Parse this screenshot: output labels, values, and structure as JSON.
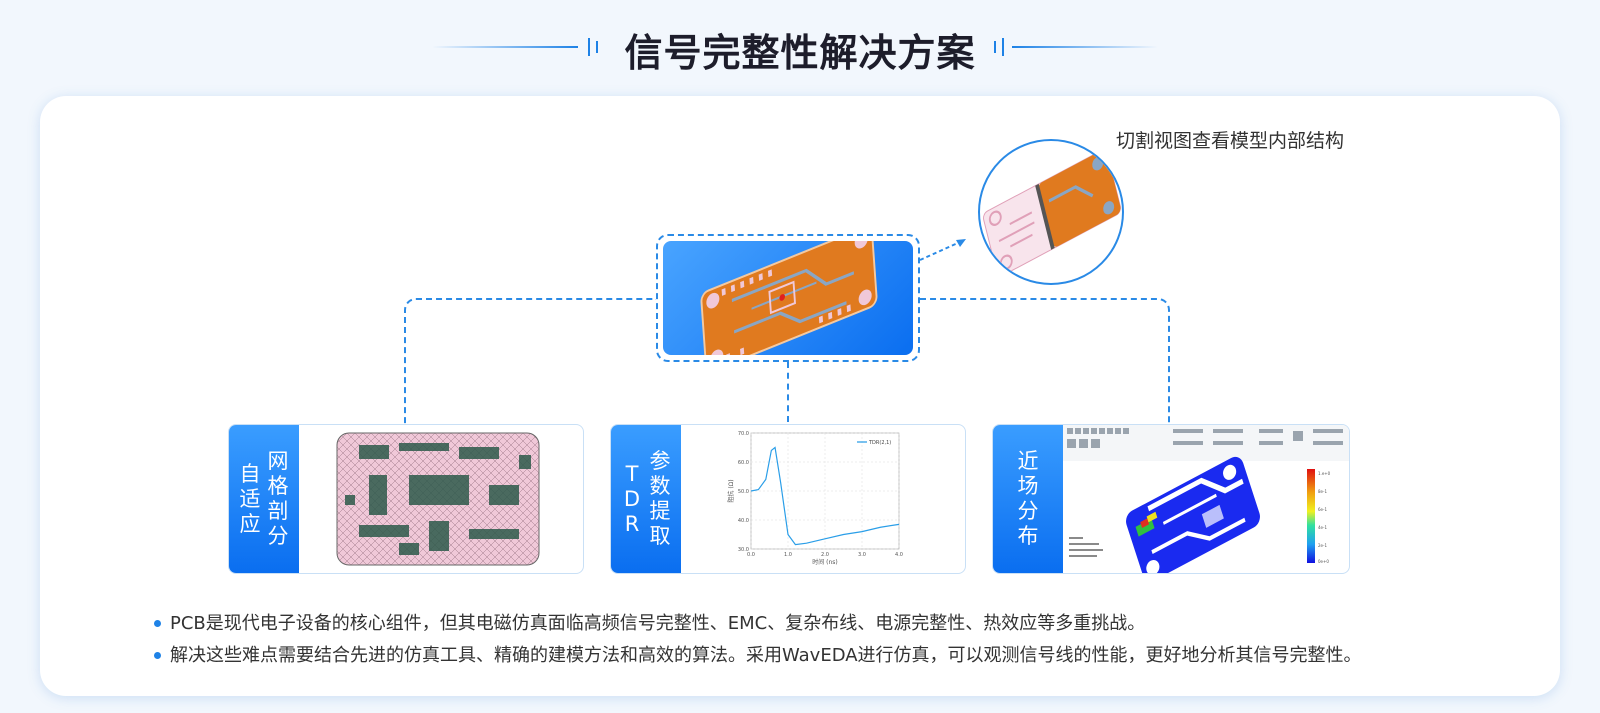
{
  "header": {
    "title": "信号完整性解决方案"
  },
  "callout": {
    "label": "切割视图查看模型内部结构"
  },
  "features": [
    {
      "id": "mesh",
      "label_cols": [
        "自适应",
        "网格剖分"
      ]
    },
    {
      "id": "tdr",
      "label_cols": [
        "TDR",
        "参数提取"
      ]
    },
    {
      "id": "nearfield",
      "label_cols": [
        "近场分布"
      ]
    }
  ],
  "bullets": [
    "PCB是现代电子设备的核心组件，但其电磁仿真面临高频信号完整性、EMC、复杂布线、电源完整性、热效应等多重挑战。",
    "解决这些难点需要结合先进的仿真工具、精确的建模方法和高效的算法。采用WavEDA进行仿真，可以观测信号线的性能，更好地分析其信号完整性。"
  ],
  "tdr_chart": {
    "chart_data": {
      "type": "line",
      "series": [
        {
          "name": "TDR(2,1)",
          "x": [
            0.0,
            0.2,
            0.4,
            0.55,
            0.65,
            0.8,
            1.0,
            1.2,
            1.5,
            2.0,
            2.5,
            3.0,
            3.5,
            4.0
          ],
          "y": [
            50.0,
            50.5,
            54.0,
            64.0,
            65.0,
            53.0,
            35.0,
            31.5,
            32.0,
            33.5,
            35.0,
            36.0,
            37.5,
            38.5
          ]
        }
      ],
      "xlim": [
        0.0,
        4.0
      ],
      "ylim": [
        30.0,
        70.0
      ],
      "xticks": [
        "0.0",
        "1.0",
        "2.0",
        "3.0",
        "4.0"
      ],
      "yticks": [
        "30.0",
        "40.0",
        "50.0",
        "60.0",
        "70.0"
      ],
      "xlabel": "时间 (ns)",
      "ylabel": "阻抗 (Ω)",
      "grid": true,
      "legend": "top-right"
    }
  },
  "nearfield": {
    "colorbar_ticks": [
      "1.e+0",
      "8e-1",
      "6e-1",
      "4e-1",
      "2e-1",
      "0e+0"
    ]
  },
  "colors": {
    "accent": "#1e82e6",
    "card_blue": "#0a6ef0",
    "pcb_orange": "#e07a1f",
    "pcb_pink": "#f0c8d8"
  }
}
